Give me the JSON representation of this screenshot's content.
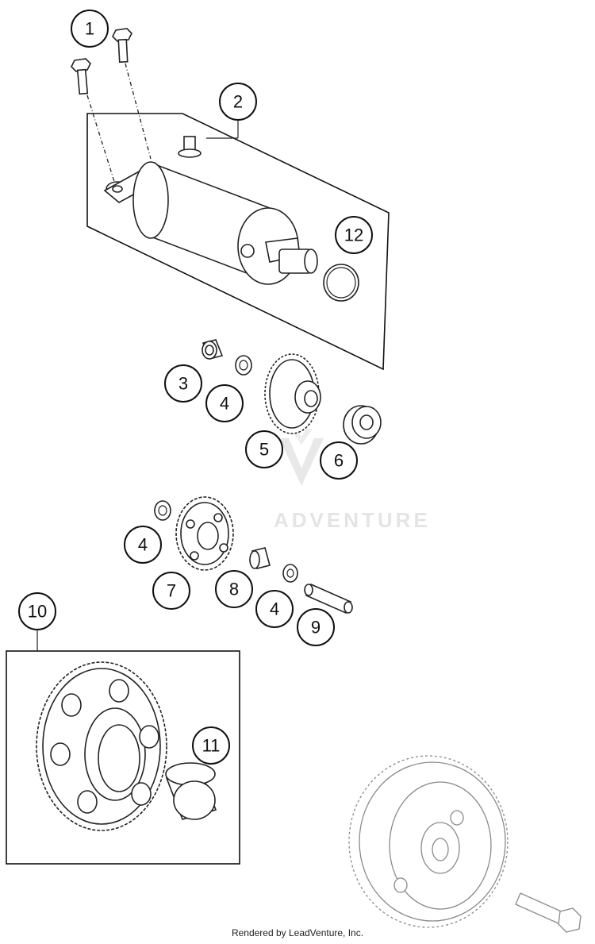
{
  "callouts": [
    "1",
    "2",
    "12",
    "3",
    "4",
    "5",
    "6",
    "4",
    "7",
    "8",
    "4",
    "9",
    "10",
    "11"
  ],
  "watermark": {
    "text": "ADVENTURE"
  },
  "footer": {
    "text": "Rendered by LeadVenture, Inc."
  }
}
